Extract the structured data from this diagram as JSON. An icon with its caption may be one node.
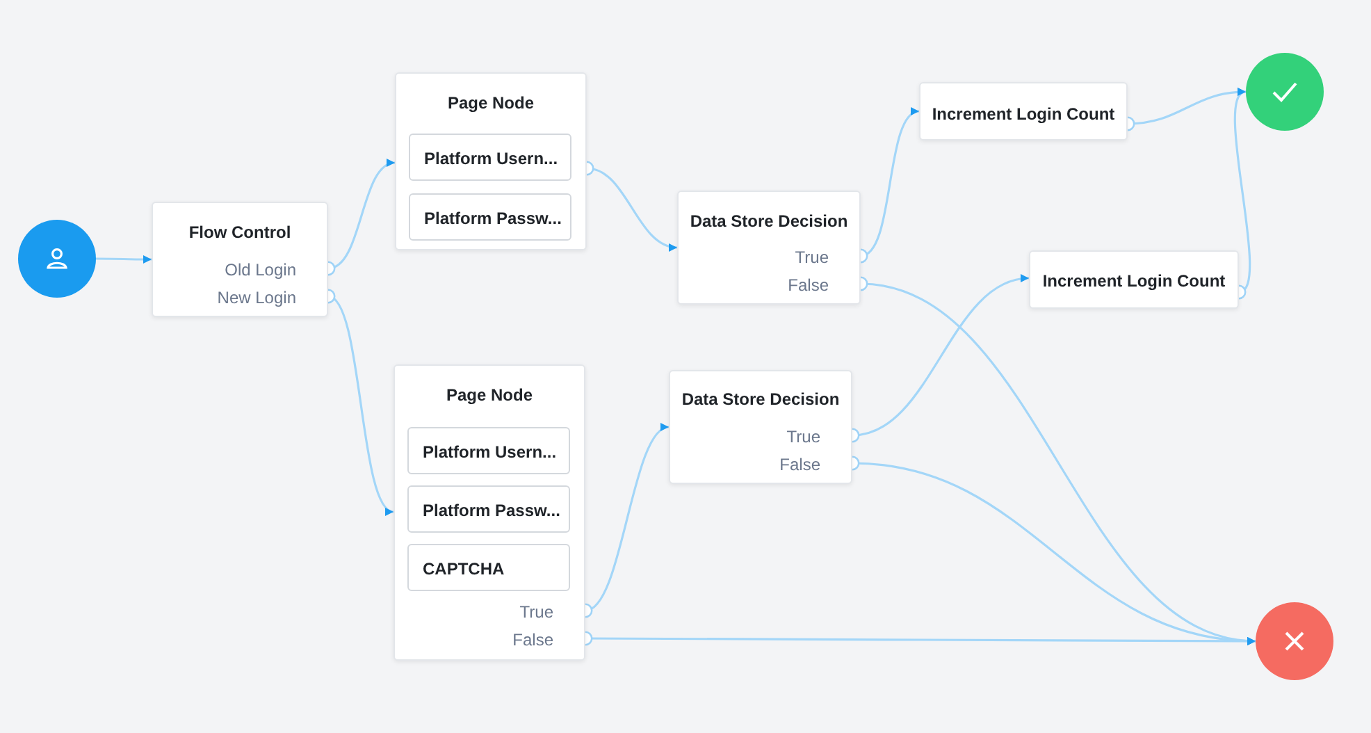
{
  "diagram": {
    "nodes": [
      {
        "text": [],
        "shape": "circle"
      },
      {
        "text": [
          "Flow Control",
          "Old Login",
          "New Login"
        ]
      },
      {
        "text": [
          "Page Node"
        ]
      },
      {
        "text": [
          "Platform Usern..."
        ],
        "in": 2
      },
      {
        "text": [
          "Platform Passw..."
        ],
        "in": 2
      },
      {
        "text": [
          "Data Store Decision",
          "True",
          "False"
        ]
      },
      {
        "text": [
          "Page Node",
          "True",
          "False"
        ]
      },
      {
        "text": [
          "Platform Usern..."
        ],
        "in": 6
      },
      {
        "text": [
          "Platform Passw..."
        ],
        "in": 6
      },
      {
        "text": [
          "CAPTCHA"
        ],
        "in": 6
      },
      {
        "text": [
          "Data Store Decision",
          "True",
          "False"
        ]
      },
      {
        "text": [
          "Increment Login Count"
        ]
      },
      {
        "text": [
          "Increment Login Count"
        ]
      },
      {
        "text": [],
        "shape": "circle"
      },
      {
        "text": [],
        "shape": "circle"
      }
    ],
    "edges": [
      {
        "from": 0,
        "to": 1,
        "arrow": "to"
      },
      {
        "from": 1,
        "to": 2,
        "arrow": "to"
      },
      {
        "from": 1,
        "to": 6,
        "arrow": "to"
      },
      {
        "from": 2,
        "to": 5,
        "arrow": "to"
      },
      {
        "from": 5,
        "to": 11,
        "arrow": "to"
      },
      {
        "from": 5,
        "to": 14,
        "arrow": "to"
      },
      {
        "from": 6,
        "to": 10,
        "arrow": "to"
      },
      {
        "from": 6,
        "to": 14,
        "arrow": "to"
      },
      {
        "from": 10,
        "to": 12,
        "arrow": "to"
      },
      {
        "from": 10,
        "to": 14,
        "arrow": "to"
      },
      {
        "from": 11,
        "to": 13,
        "arrow": "to"
      },
      {
        "from": 12,
        "to": 13,
        "arrow": "to"
      }
    ]
  }
}
